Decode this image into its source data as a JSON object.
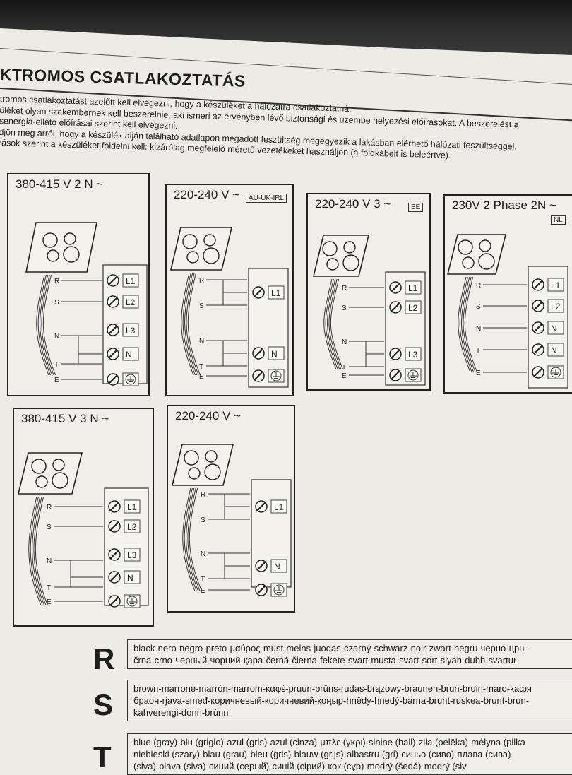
{
  "document": {
    "title": "KTROMOS CSATLAKOZTATÁS",
    "intro_lines": [
      "tromos csatlakoztatást azelőtt kell elvégezni, hogy a készüléket a hálózatra csatlakoztatná.",
      "üléket olyan szakembernek kell beszerelnie, aki ismeri az érvényben lévő biztonsági és üzembe helyezési előírásokat. A beszerelést a",
      "senergia-ellátó előírásai szerint kell elvégezni.",
      "djön meg arról, hogy a készülék alján található adatlapon megadott feszültség megegyezik a lakásban elérhető hálózati feszültséggel.",
      "rások szerint a készüléket földelni kell: kizárólag megfelelő méretű vezetékeket használjon (a földkábelt is beleértve)."
    ]
  },
  "wire_labels": {
    "R": "R",
    "S": "S",
    "N": "N",
    "T": "T",
    "E": "E"
  },
  "diagrams": [
    {
      "title": "380-415 V 2 N ~",
      "tag": "",
      "terminals": [
        "L1",
        "L2",
        "L3",
        "N",
        "E"
      ]
    },
    {
      "title": "220-240 V ~",
      "tag": "AU-UK-IRL",
      "terminals": [
        "L1",
        "N",
        "E"
      ]
    },
    {
      "title": "220-240 V 3 ~",
      "tag": "BE",
      "terminals": [
        "L1",
        "L2",
        "L3",
        "E"
      ]
    },
    {
      "title": "230V 2 Phase 2N ~",
      "tag": "NL",
      "terminals": [
        "L1",
        "L2",
        "N",
        "N",
        "E"
      ]
    },
    {
      "title": "380-415 V 3 N ~",
      "tag": "",
      "terminals": [
        "L1",
        "L2",
        "L3",
        "N",
        "E"
      ]
    },
    {
      "title": "220-240 V ~",
      "tag": "",
      "terminals": [
        "L1",
        "N",
        "E"
      ]
    }
  ],
  "legend": [
    {
      "letter": "R",
      "lines": [
        "black-nero-negro-preto-μαύρος-must-melns-juodas-czarny-schwarz-noir-zwart-negru-черно-црн-",
        "črna-crno-черный-чорний-қара-černá-čierna-fekete-svart-musta-svart-sort-siyah-dubh-svartur"
      ]
    },
    {
      "letter": "S",
      "lines": [
        "brown-marrone-marrón-marrom-καφέ-pruun-brūns-rudas-brązowy-braunen-brun-bruin-maro-кафя",
        "браон-rjava-smeđ-коричневый-коричневий-қоңыр-hnědý-hnedý-barna-brunt-ruskea-brunt-brun-",
        "kahverengi-donn-brúnn"
      ]
    },
    {
      "letter": "T",
      "lines": [
        "blue (gray)-blu (grigio)-azul (gris)-azul (cinza)-μπλε (γκρι)-sinine (hall)-zila (pelēka)-mėlyna (pilka",
        "niebieski (szary)-blau (grau)-bleu (gris)-blauw (grijs)-albastru (gri)-синьо (сиво)-плава (сива)-",
        "(siva)-plava (siva)-синий (серый)-синій (сірий)-көк (сұр)-modrý (šedá)-modrý (siv"
      ]
    }
  ]
}
